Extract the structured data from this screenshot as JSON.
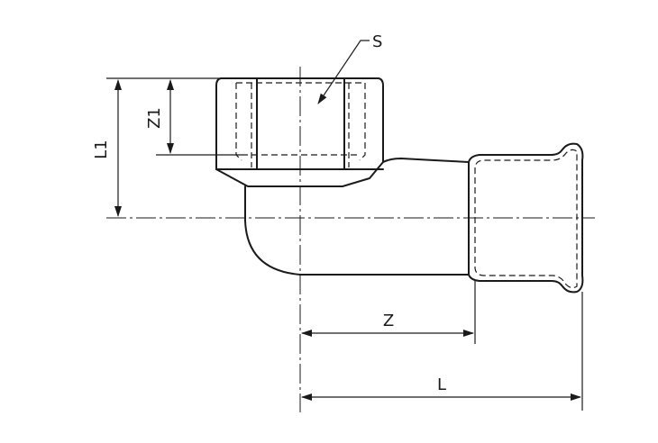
{
  "drawing": {
    "labels": {
      "s": "S",
      "z1": "Z1",
      "l1": "L1",
      "z": "Z",
      "l": "L"
    },
    "line_color": "#1a1a1a",
    "background": "#ffffff"
  }
}
